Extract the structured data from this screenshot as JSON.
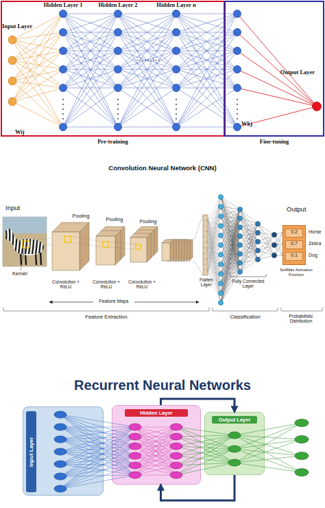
{
  "diagram": {
    "nodes": [
      {
        "text": [
          "Pre-training"
        ]
      },
      {
        "text": [
          "Fine-tuning"
        ]
      },
      {
        "text": [
          "0.2",
          "0.7",
          "0.1"
        ]
      },
      {
        "text": [
          "Input Layer"
        ]
      },
      {
        "text": [
          "Hidden Layer"
        ]
      },
      {
        "text": [
          "Output Layer"
        ]
      }
    ],
    "edges": [
      {
        "from": 4,
        "to": 5,
        "arrow": "to"
      },
      {
        "from": 5,
        "to": 4,
        "arrow": "to"
      }
    ],
    "labels": [
      "Input Layer",
      "Hidden Layer 1",
      "Hidden Layer 2",
      "Hidden Layer n",
      "Output Layer",
      "Wij",
      "Wkj",
      "Convolution Neural Network (CNN)",
      "Input",
      "Kernel",
      "Pooling",
      "Pooling",
      "Pooling",
      "Convolution + ReLU",
      "Convolution + ReLU",
      "Convolution + ReLU",
      "Feature Maps",
      "Flatten Layer",
      "Fully Connected Layer",
      "Output",
      "Horse",
      "Zebra",
      "Dog",
      "SoftMax Activation Function",
      "Feature Extraction",
      "Classification",
      "Probabilistic Distribution",
      "Recurrent Neural Networks"
    ]
  }
}
